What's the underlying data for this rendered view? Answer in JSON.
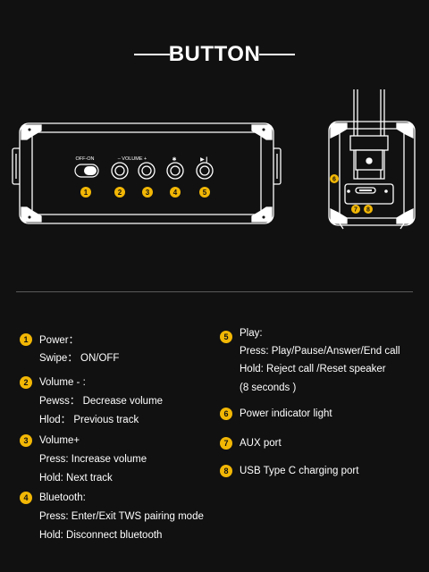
{
  "title": "BUTTON",
  "diagram": {
    "switch_label": "OFF-ON",
    "volume_label": "– VOLUME +",
    "bt_symbol": "✱",
    "play_symbol": "▶❙",
    "front_numbers": [
      "1",
      "2",
      "3",
      "4",
      "5"
    ],
    "side_numbers": [
      "6",
      "7",
      "8"
    ]
  },
  "items": [
    {
      "num": "1",
      "title": "Power：",
      "lines": [
        "Swipe： ON/OFF"
      ]
    },
    {
      "num": "2",
      "title": "Volume - :",
      "lines": [
        "Pewss： Decrease volume",
        "Hlod：  Previous track"
      ]
    },
    {
      "num": "3",
      "title": "Volume+",
      "lines": [
        "Press: Increase  volume",
        "Hold: Next track"
      ]
    },
    {
      "num": "4",
      "title": "Bluetooth:",
      "lines": [
        "Press: Enter/Exit TWS pairing mode",
        "Hold: Disconnect bluetooth"
      ]
    },
    {
      "num": "5",
      "title": "Play:",
      "lines": [
        "Press: Play/Pause/Answer/End call",
        "Hold: Reject call /Reset speaker",
        "(8 seconds )"
      ]
    },
    {
      "num": "6",
      "title": "Power indicator light",
      "lines": []
    },
    {
      "num": "7",
      "title": "AUX port",
      "lines": []
    },
    {
      "num": "8",
      "title": "USB Type C charging port",
      "lines": []
    }
  ],
  "colors": {
    "badge": "#f2b705",
    "background": "#111111",
    "text": "#ffffff"
  }
}
